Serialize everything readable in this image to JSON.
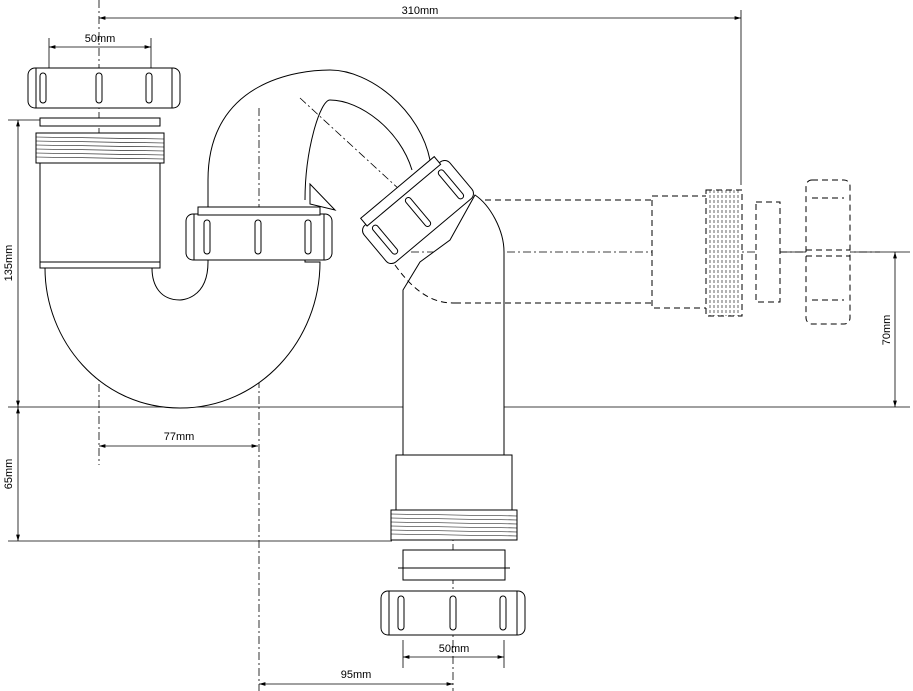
{
  "dimensions": {
    "top_width": "310mm",
    "inlet_diameter": "50mm",
    "left_height": "135mm",
    "offset_between_traps": "77mm",
    "lower_drop": "65mm",
    "right_height": "70mm",
    "outlet_diameter": "50mm",
    "outlet_offset": "95mm"
  }
}
